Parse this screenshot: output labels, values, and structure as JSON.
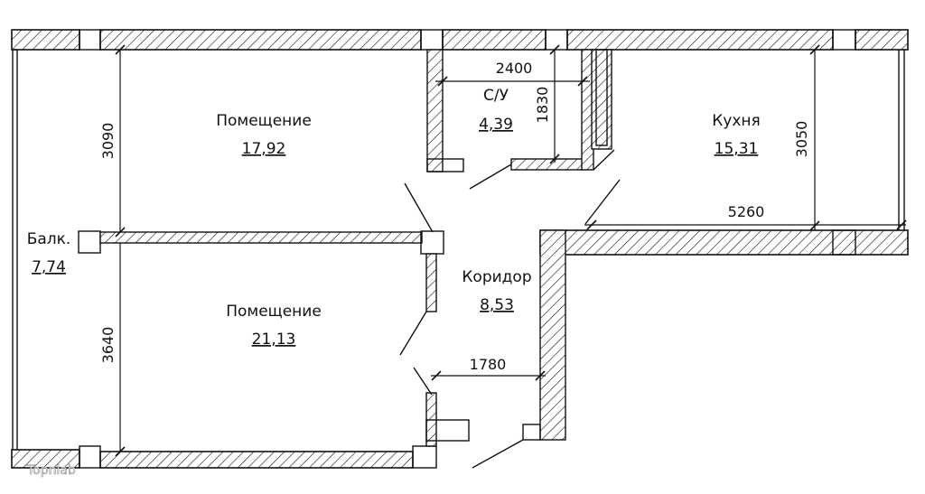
{
  "rooms": {
    "room_top": {
      "name": "Помещение",
      "area": "17,92"
    },
    "bathroom": {
      "name": "С/У",
      "area": "4,39"
    },
    "kitchen": {
      "name": "Кухня",
      "area": "15,31"
    },
    "balcony": {
      "name": "Балк.",
      "area": "7,74"
    },
    "corridor": {
      "name": "Коридор",
      "area": "8,53"
    },
    "room_bottom": {
      "name": "Помещение",
      "area": "21,13"
    }
  },
  "dimensions": {
    "bath_width": "2400",
    "bath_depth": "1830",
    "room_top_depth": "3090",
    "room_bottom_depth": "3640",
    "kitchen_depth": "3050",
    "kitchen_width": "5260",
    "corridor_width": "1780"
  },
  "watermark": "Topnlab"
}
